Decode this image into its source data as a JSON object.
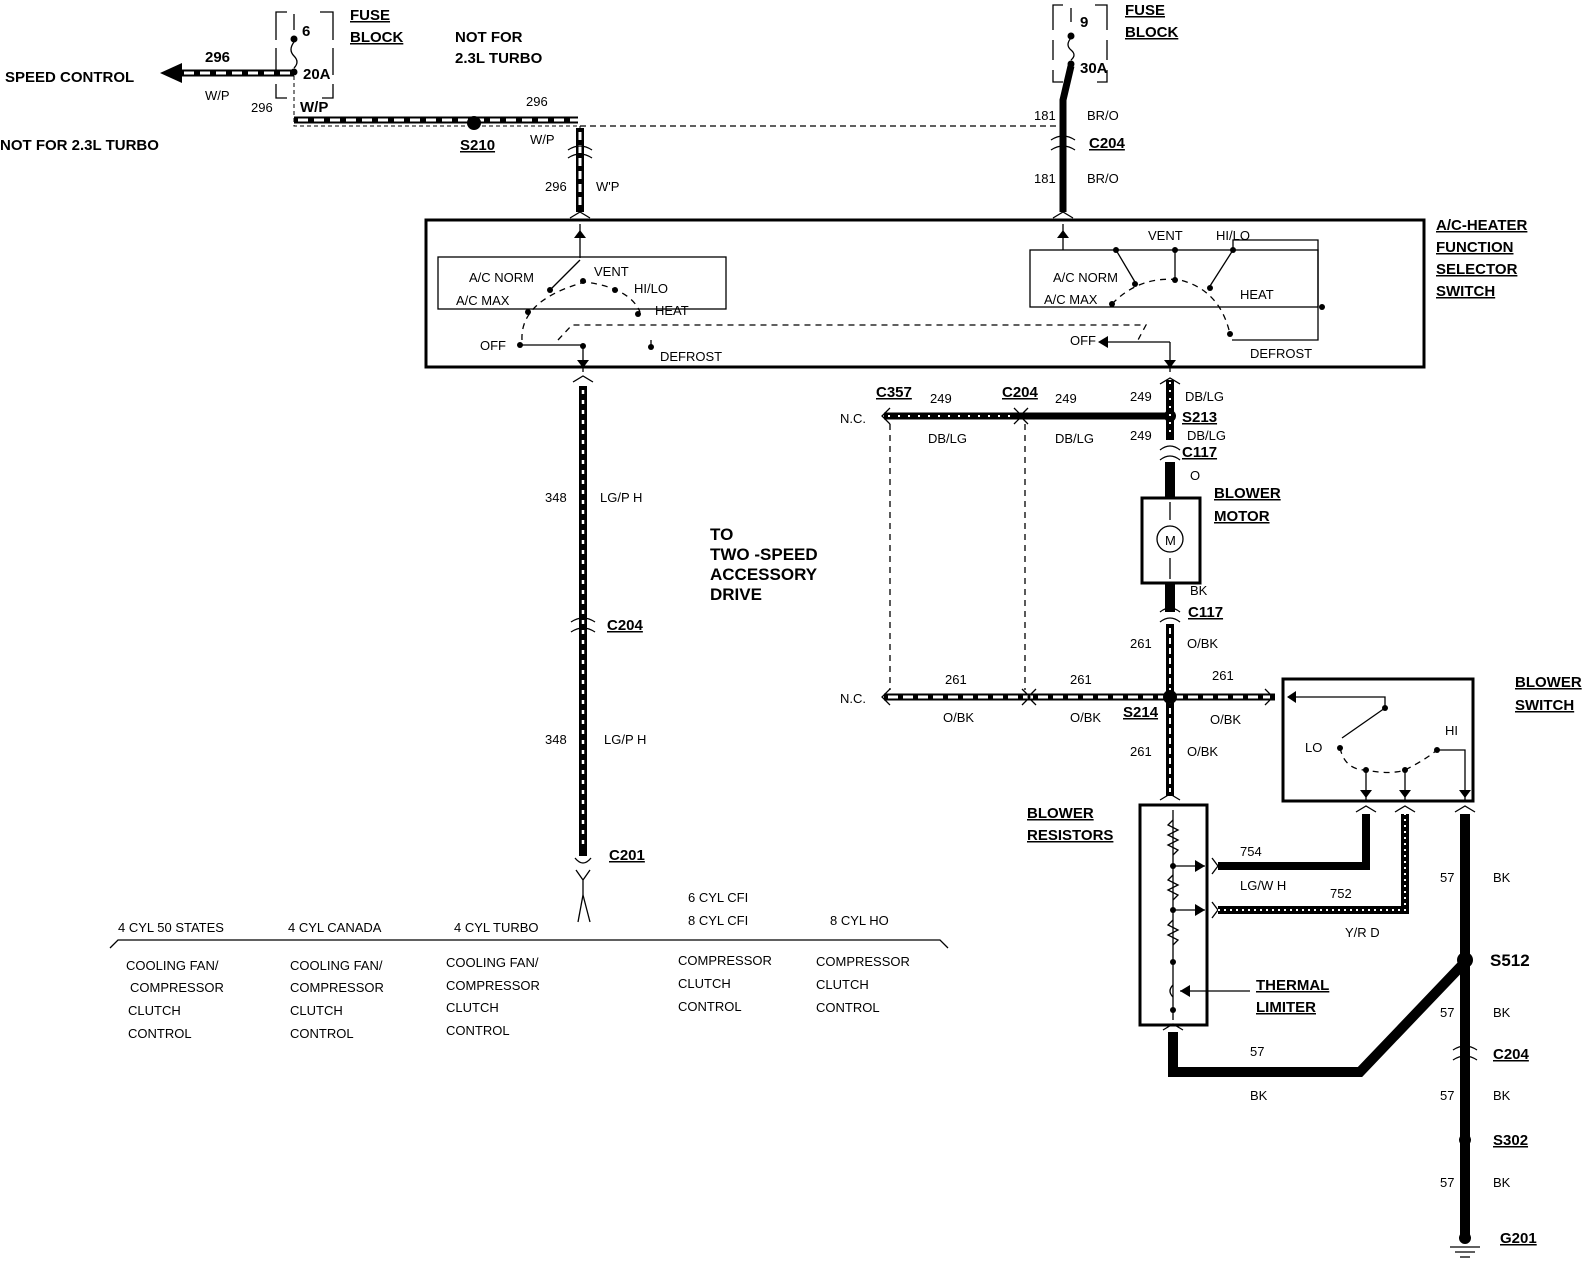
{
  "left_fuse": {
    "label_line1": "FUSE",
    "label_line2": "BLOCK",
    "number": "6",
    "rating": "20A",
    "note_line1": "NOT FOR",
    "note_line2": "2.3L TURBO"
  },
  "right_fuse": {
    "label_line1": "FUSE",
    "label_line2": "BLOCK",
    "number": "9",
    "rating": "30A"
  },
  "speed_control": {
    "label": "SPEED CONTROL",
    "wire_num": "296",
    "wire_color": "W/P"
  },
  "not_for_turbo": "NOT FOR 2.3L TURBO",
  "wires": {
    "w296_a": "296",
    "w296_a_color": "W/P",
    "w296_b": "296",
    "w296_b_color": "W/P",
    "w296_c": "296",
    "w296_c_color": "W'P",
    "w181_a": "181",
    "w181_a_color": "BR/O",
    "w181_b": "181",
    "w181_b_color": "BR/O",
    "w348_a": "348",
    "w348_a_color": "LG/P H",
    "w348_b": "348",
    "w348_b_color": "LG/P H",
    "w249_a": "249",
    "w249_a_color": "DB/LG",
    "w249_b": "249",
    "w249_b_color": "DB/LG",
    "w249_c": "249",
    "w249_c_color": "DB/LG",
    "w249_d": "249",
    "w249_d_color": "DB/LG",
    "w_o": "O",
    "w_bk_motor": "BK",
    "w261_a": "261",
    "w261_a_color": "O/BK",
    "w261_b": "261",
    "w261_b_color": "O/BK",
    "w261_c": "261",
    "w261_c_color": "O/BK",
    "w261_d": "261",
    "w261_d_color": "O/BK",
    "w261_e": "261",
    "w261_e_color": "O/BK",
    "w754": "754",
    "w754_color": "LG/W H",
    "w752": "752",
    "w752_color": "Y/R D",
    "w57_a": "57",
    "w57_a_color": "BK",
    "w57_b": "57",
    "w57_b_color": "BK",
    "w57_c": "57",
    "w57_c_color": "BK",
    "w57_d": "57",
    "w57_d_color": "BK",
    "w57_e": "57",
    "w57_e_color": "BK"
  },
  "connectors": {
    "s210": "S210",
    "c204_top": "C204",
    "c204_mid": "C204",
    "c201": "C201",
    "c357": "C357",
    "c204_249": "C204",
    "s213": "S213",
    "c117_top": "C117",
    "c117_bot": "C117",
    "s214": "S214",
    "s512": "S512",
    "c204_bot": "C204",
    "s302": "S302",
    "g201": "G201",
    "nc_top": "N.C.",
    "nc_bot": "N.C."
  },
  "switch": {
    "title_line1": "A/C-HEATER",
    "title_line2": "FUNCTION",
    "title_line3": "SELECTOR",
    "title_line4": "SWITCH",
    "left": {
      "ac_norm": "A/C NORM",
      "ac_max": "A/C MAX",
      "vent": "VENT",
      "hilo": "HI/LO",
      "heat": "HEAT",
      "off": "OFF",
      "defrost": "DEFROST"
    },
    "right": {
      "ac_norm": "A/C NORM",
      "ac_max": "A/C MAX",
      "vent": "VENT",
      "hilo": "HI/LO",
      "heat": "HEAT",
      "off": "OFF",
      "defrost": "DEFROST"
    }
  },
  "blower_motor": {
    "line1": "BLOWER",
    "line2": "MOTOR",
    "symbol": "M"
  },
  "blower_switch": {
    "line1": "BLOWER",
    "line2": "SWITCH",
    "lo": "LO",
    "hi": "HI"
  },
  "blower_resistors": {
    "line1": "BLOWER",
    "line2": "RESISTORS"
  },
  "thermal_limiter": {
    "line1": "THERMAL",
    "line2": "LIMITER"
  },
  "accessory": {
    "line1": "TO",
    "line2": "TWO -SPEED",
    "line3": "ACCESSORY",
    "line4": "DRIVE"
  },
  "applications": [
    {
      "header": "4 CYL 50 STATES",
      "lines": [
        "COOLING FAN/",
        "COMPRESSOR",
        "CLUTCH",
        "CONTROL"
      ]
    },
    {
      "header": "4 CYL CANADA",
      "lines": [
        "COOLING FAN/",
        "COMPRESSOR",
        "CLUTCH",
        "CONTROL"
      ]
    },
    {
      "header": "4 CYL TURBO",
      "lines": [
        "COOLING FAN/",
        "COMPRESSOR",
        "CLUTCH",
        "CONTROL"
      ]
    },
    {
      "header": "6 CYL CFI",
      "header2": "8 CYL CFI",
      "lines": [
        "COMPRESSOR",
        "CLUTCH",
        "CONTROL"
      ]
    },
    {
      "header": "8 CYL HO",
      "lines": [
        "COMPRESSOR",
        "CLUTCH",
        "CONTROL"
      ]
    }
  ]
}
